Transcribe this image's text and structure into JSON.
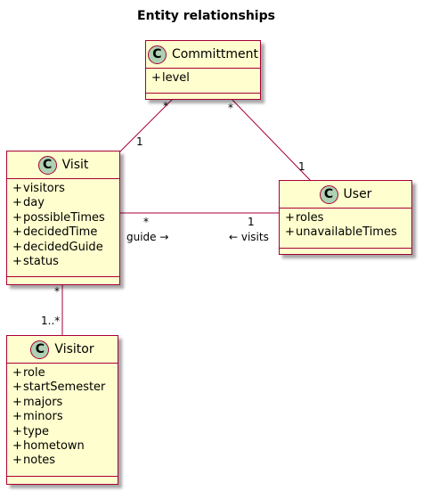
{
  "title": "Entity relationships",
  "classes": {
    "committment": {
      "name": "Committment",
      "attrs": [
        "level"
      ]
    },
    "visit": {
      "name": "Visit",
      "attrs": [
        "visitors",
        "day",
        "possibleTimes",
        "decidedTime",
        "decidedGuide",
        "status"
      ]
    },
    "user": {
      "name": "User",
      "attrs": [
        "roles",
        "unavailableTimes"
      ]
    },
    "visitor": {
      "name": "Visitor",
      "attrs": [
        "role",
        "startSemester",
        "majors",
        "minors",
        "type",
        "hometown",
        "notes"
      ]
    }
  },
  "badge": "C",
  "edges": {
    "committment_visit": {
      "from_mult": "*",
      "to_mult": "1"
    },
    "committment_user": {
      "from_mult": "*",
      "to_mult": "1"
    },
    "visit_user": {
      "from_mult": "*",
      "to_mult": "1",
      "label_left": "guide →",
      "label_right": "← visits"
    },
    "visit_visitor": {
      "from_mult": "*",
      "to_mult": "1..*"
    }
  }
}
